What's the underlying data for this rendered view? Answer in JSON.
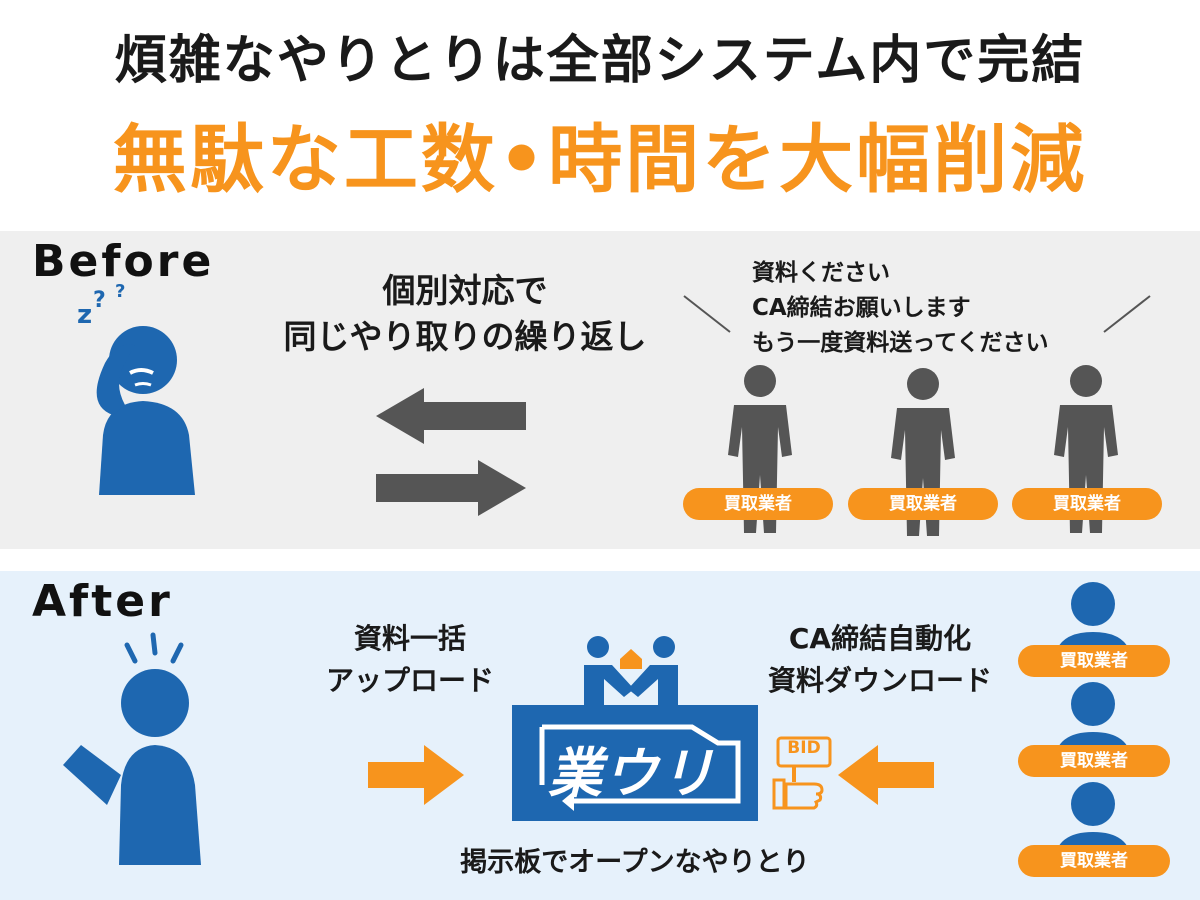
{
  "header": {
    "title": "煩雑なやりとりは全部システム内で完結",
    "subtitle": "無駄な工数•時間を大幅削減"
  },
  "before": {
    "label": "Before",
    "caption_line1": "個別対応で",
    "caption_line2": "同じやり取りの繰り返し",
    "requests": [
      "資料ください",
      "CA締結お願いします",
      "もう一度資料送ってください"
    ],
    "buyers": [
      "買取業者",
      "買取業者",
      "買取業者"
    ]
  },
  "after": {
    "label": "After",
    "upload_line1": "資料一括",
    "upload_line2": "アップロード",
    "download_line1": "CA締結自動化",
    "download_line2": "資料ダウンロード",
    "logo_text": "業ウリ",
    "bid_sign": "BID",
    "board_caption": "掲示板でオープンなやりとり",
    "buyers": [
      "買取業者",
      "買取業者",
      "買取業者"
    ]
  },
  "colors": {
    "accent": "#f7941d",
    "blue": "#1e67b0",
    "gray": "#555555",
    "before_bg": "#efefef",
    "after_bg": "#e6f1fb"
  }
}
